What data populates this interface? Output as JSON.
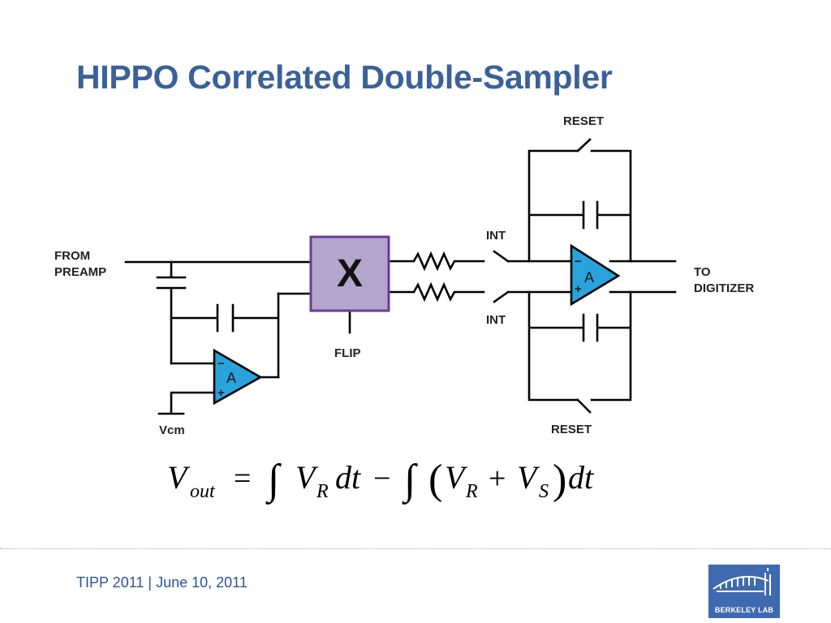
{
  "slide": {
    "title": "HIPPO Correlated Double-Sampler",
    "footer": "TIPP 2011 | June 10, 2011"
  },
  "diagram": {
    "labels": {
      "from": "FROM",
      "preamp": "PREAMP",
      "vcm": "Vcm",
      "multiplier": "X",
      "flip": "FLIP",
      "int_top": "INT",
      "int_bottom": "INT",
      "reset_top": "RESET",
      "reset_bottom": "RESET",
      "to": "TO",
      "digitizer": "DIGITIZER",
      "amp1": "A",
      "amp2": "A",
      "minus": "−",
      "plus": "+"
    },
    "colors": {
      "opamp": "#29a3db",
      "multiplier_fill": "#b4a5cc",
      "multiplier_stroke": "#6b3d92",
      "wire": "#000000"
    }
  },
  "equation": {
    "lhs": "V",
    "lhs_sub": "out",
    "equals": "=",
    "integral": "∫",
    "v1": "V",
    "r1": "R",
    "dt1": "dt",
    "minus": "−",
    "lparen": "(",
    "v2": "V",
    "r2": "R",
    "plus": "+",
    "v3": "V",
    "s": "S",
    "rparen": ")",
    "dt2": "dt"
  },
  "logo": {
    "text": "BERKELEY LAB",
    "icon": "berkeley-lab-building-icon"
  }
}
